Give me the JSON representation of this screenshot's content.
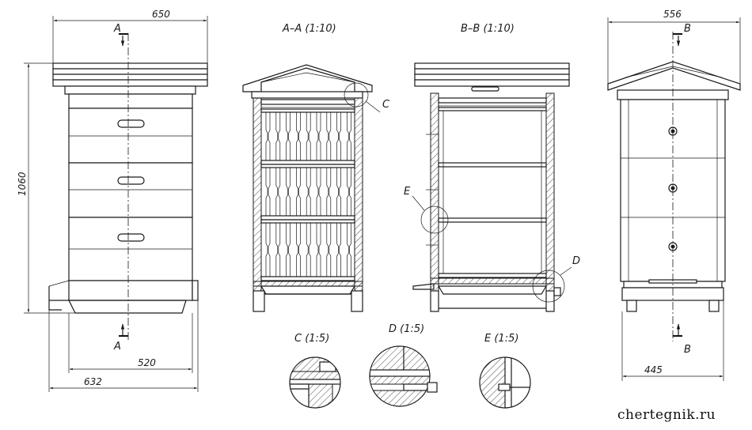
{
  "dimensions": {
    "top_width": "650",
    "height": "1060",
    "base_inner": "520",
    "base_outer": "632",
    "side_top": "556",
    "side_bottom": "445"
  },
  "section_labels": {
    "aa": "A–A (1:10)",
    "bb": "B–B (1:10)",
    "c_detail": "C (1:5)",
    "d_detail": "D (1:5)",
    "e_detail": "E (1:5)"
  },
  "markers": {
    "a": "A",
    "b": "B",
    "c": "C",
    "d": "D",
    "e": "E"
  },
  "watermark": "chertegnik.ru"
}
